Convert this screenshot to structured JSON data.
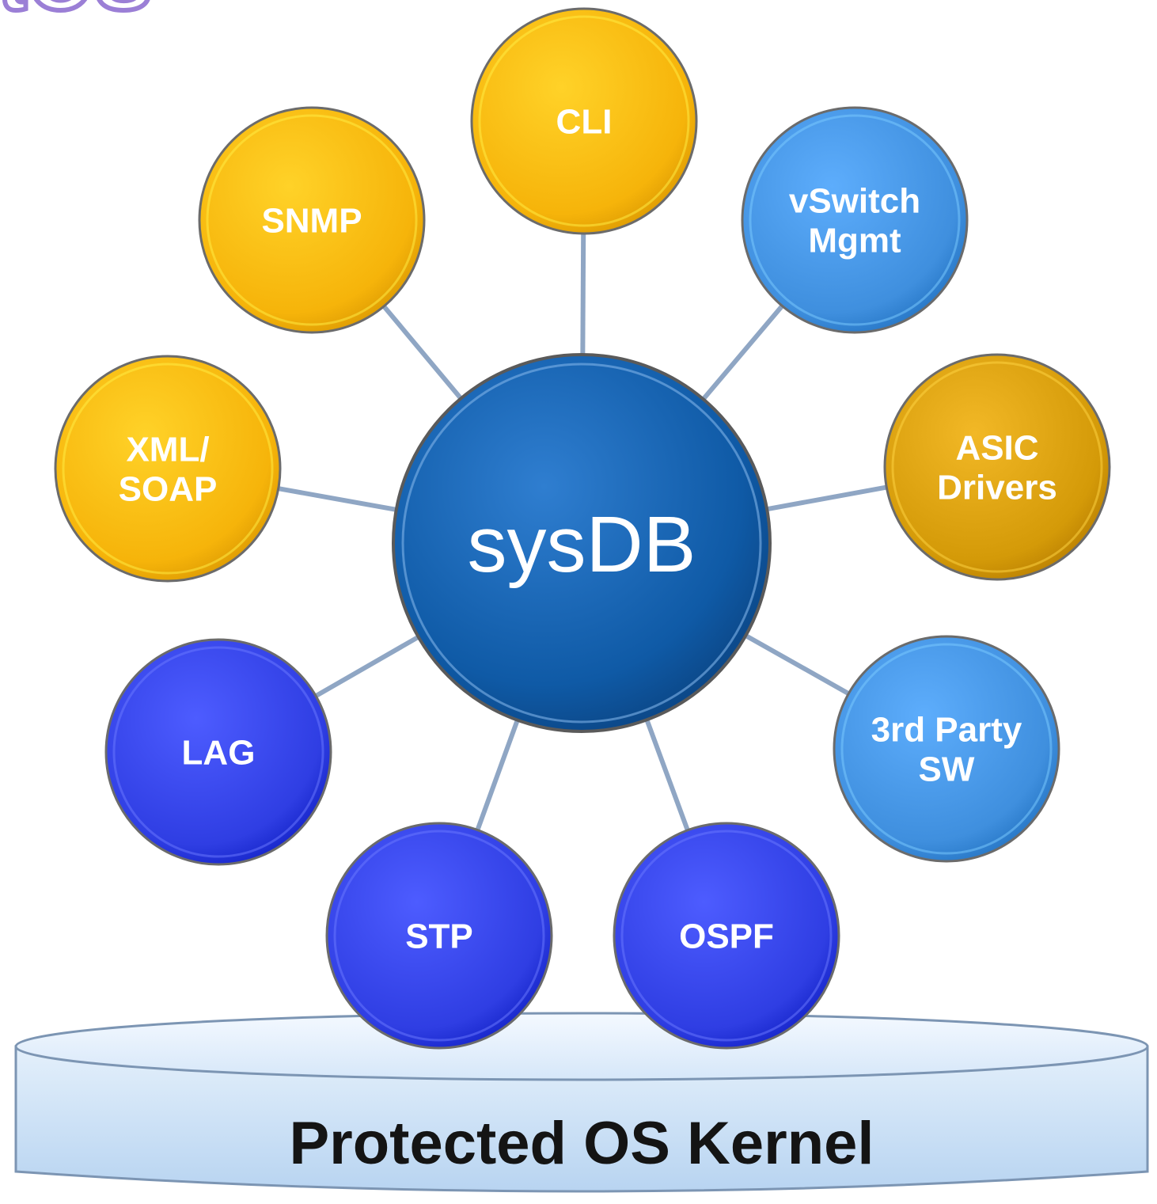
{
  "header": {
    "logo_fragment": "ntOS"
  },
  "center": {
    "label": "sysDB",
    "color": "#0f5aa6"
  },
  "base": {
    "label": "Protected OS Kernel",
    "color": "#cfe3f8"
  },
  "nodes": [
    {
      "id": "cli",
      "lines": [
        "CLI"
      ],
      "color": "#f6b40a",
      "group": "management"
    },
    {
      "id": "vswitch",
      "lines": [
        "vSwitch",
        "Mgmt"
      ],
      "color": "#3f8fde",
      "group": "virtual"
    },
    {
      "id": "asic",
      "lines": [
        "ASIC",
        "Drivers"
      ],
      "color": "#d49a08",
      "group": "hardware"
    },
    {
      "id": "thirdparty",
      "lines": [
        "3rd Party",
        "SW"
      ],
      "color": "#3f8fde",
      "group": "third-party"
    },
    {
      "id": "ospf",
      "lines": [
        "OSPF"
      ],
      "color": "#2f3ee3",
      "group": "protocol"
    },
    {
      "id": "stp",
      "lines": [
        "STP"
      ],
      "color": "#2f3ee3",
      "group": "protocol"
    },
    {
      "id": "lag",
      "lines": [
        "LAG"
      ],
      "color": "#2f3ee3",
      "group": "protocol"
    },
    {
      "id": "xml",
      "lines": [
        "XML/",
        "SOAP"
      ],
      "color": "#f6b40a",
      "group": "management"
    },
    {
      "id": "snmp",
      "lines": [
        "SNMP"
      ],
      "color": "#f6b40a",
      "group": "management"
    }
  ],
  "colors": {
    "connector": "#8fa6c4",
    "logo": "#9b7fd6",
    "node_border": "#6b6b6b"
  }
}
